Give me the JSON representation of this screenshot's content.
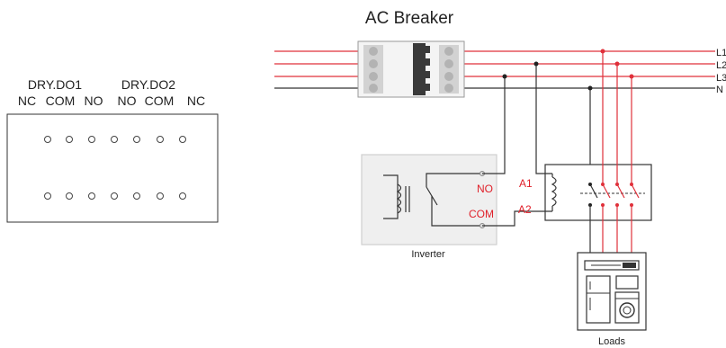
{
  "title": "AC Breaker",
  "terminal_block": {
    "group1_label": "DRY.DO1",
    "group2_label": "DRY.DO2",
    "pins": [
      "NC",
      "COM",
      "NO",
      "NO",
      "COM",
      "NC"
    ]
  },
  "lines": [
    "L1",
    "L2",
    "L3",
    "N"
  ],
  "inverter": {
    "label": "Inverter",
    "no_label": "NO",
    "com_label": "COM"
  },
  "contactor": {
    "a1_label": "A1",
    "a2_label": "A2"
  },
  "loads": {
    "label": "Loads"
  },
  "colors": {
    "power_line": "#e0303a",
    "neutral_line": "#222222",
    "inverter_box_fill": "#efefef",
    "accent_text": "#e0202a"
  }
}
